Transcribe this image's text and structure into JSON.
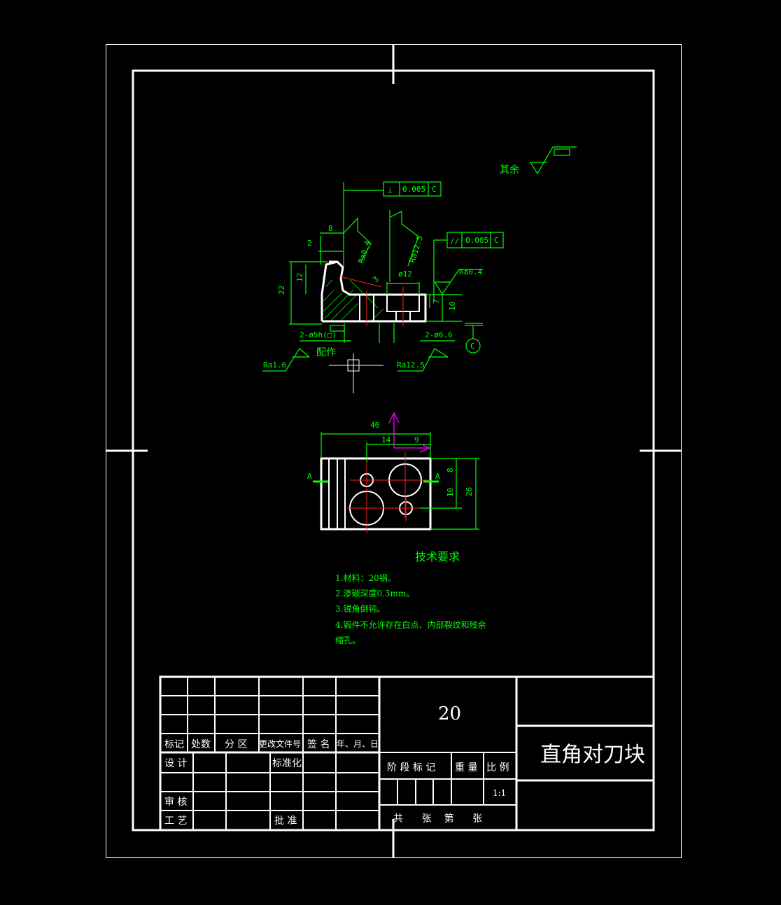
{
  "surface_finish": {
    "other": "其余"
  },
  "tolerances": {
    "perpendicularity": {
      "symbol": "⊥",
      "value": "0.005",
      "datum": "C"
    },
    "parallelism": {
      "symbol": "//",
      "value": "0.005",
      "datum": "C"
    }
  },
  "roughness": {
    "ra04_top": "Ra0.4",
    "ra125_top": "Ra12.5",
    "ra04_right": "Ra0.4",
    "ra16_bottom": "Ra1.6",
    "ra125_bottom": "Ra12.5"
  },
  "dimensions": {
    "d8": "8",
    "d2": "2",
    "d12": "12",
    "d22": "22",
    "dia12": "ø12",
    "d7": "7",
    "d10": "10",
    "holes_left": "2-ø5h(□)",
    "holes_right": "2-ø6.6",
    "fit_note": "配作",
    "datum_c": "C",
    "d40": "40",
    "d14": "14",
    "d9": "9",
    "d8_side": "8",
    "d10_side": "10",
    "d26": "26",
    "section_a": "A"
  },
  "tech_requirements": {
    "title": "技术要求",
    "items": [
      "1.材料：20钢。",
      "2.渗碳深度0.3mm。",
      "3.锐角倒钝。",
      "4.锻件不允许存在白点、内部裂纹和残余",
      "缩孔。"
    ]
  },
  "title_block": {
    "headers": [
      "标记",
      "处数",
      "分 区",
      "更改文件号",
      "签 名",
      "年、月、日"
    ],
    "design": "设 计",
    "standardize": "标准化",
    "review": "审 核",
    "process": "工 艺",
    "approve": "批 准",
    "material": "20",
    "stage_mark": "阶 段 标 记",
    "weight": "重 量",
    "scale_label": "比 例",
    "scale": "1:1",
    "sheets": "共      张    第      张",
    "part_name": "直角对刀块"
  }
}
